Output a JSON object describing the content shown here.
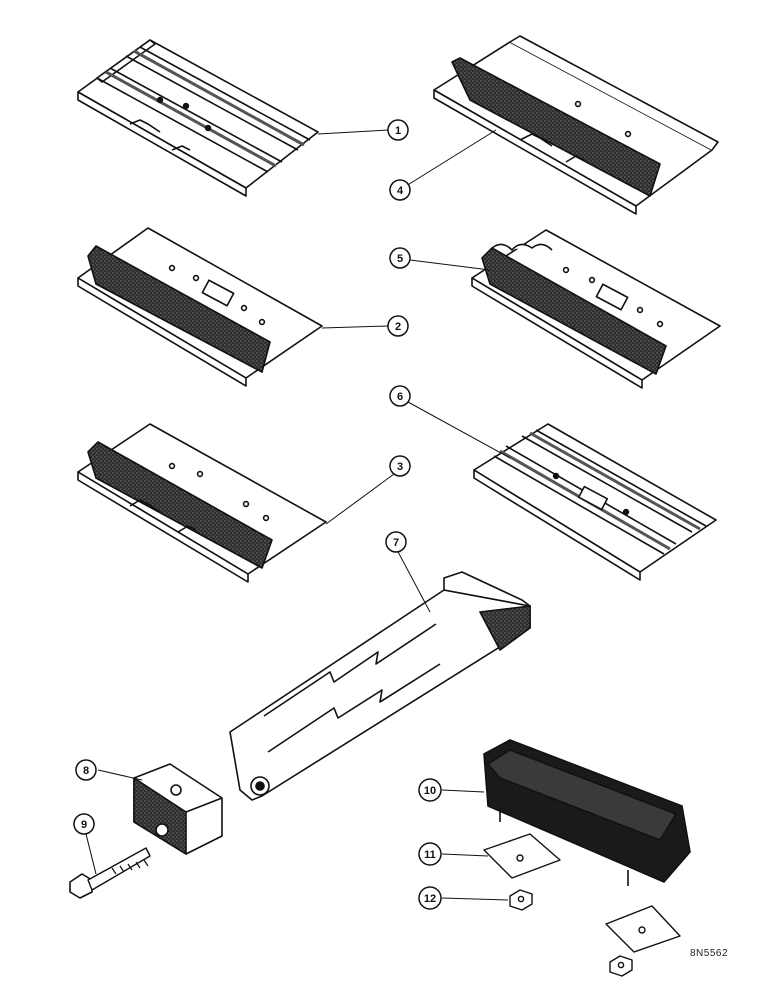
{
  "figure": {
    "drawing_id": "8N5562",
    "callouts": [
      {
        "id": "1",
        "part": "track-shoe-triple-grouser"
      },
      {
        "id": "2",
        "part": "track-shoe-single-grouser-center-hole"
      },
      {
        "id": "3",
        "part": "track-shoe-single-grouser"
      },
      {
        "id": "4",
        "part": "track-shoe-flat"
      },
      {
        "id": "5",
        "part": "track-shoe-notched-grouser-center-hole"
      },
      {
        "id": "6",
        "part": "track-shoe-triple-grouser-center-hole"
      },
      {
        "id": "7",
        "part": "grouser-bar"
      },
      {
        "id": "8",
        "part": "grouser-clip"
      },
      {
        "id": "9",
        "part": "bolt"
      },
      {
        "id": "10",
        "part": "rubber-pad"
      },
      {
        "id": "11",
        "part": "plate"
      },
      {
        "id": "12",
        "part": "nut"
      }
    ],
    "colors": {
      "ink": "#111111",
      "shade": "#3a3a3a",
      "paper": "#ffffff"
    }
  }
}
